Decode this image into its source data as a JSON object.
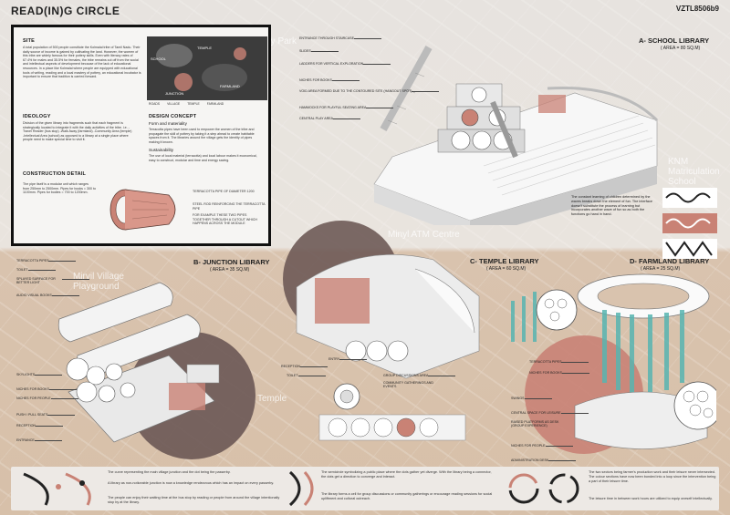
{
  "header": {
    "title": "READ(IN)G  CIRCLE",
    "code": "VZTL8506b9"
  },
  "site": {
    "heading": "SITE",
    "text": "A total population of 500 people constitute the Kolmalai tribe of Tamil Nadu. Their daily source of income is gained by cultivating the land. However, the women of this tribe are widely famous for their pottery skills. Even with literacy rates of 67.4% for males and 35.5% for females, the tribe remains cut off from the social and intellectual aspects of development because of the lack of educational resources. In a place like Kolmalai where people are equipped with educational tools of writing, reading and a local mastery of pottery, an educational incubator is important to ensure that tradition is carried forward.",
    "map_labels": [
      "SCHOOL",
      "TEMPLE",
      "FARMLAND",
      "JUNCTION"
    ],
    "legend": [
      "ROADS",
      "VILLAGE",
      "TEMPLE",
      "FARMLAND"
    ]
  },
  "ideology": {
    "heading": "IDEOLOGY",
    "text": "Division of the given library into fragments such that each fragment is strategically located to integrate it with the daily activities of the tribe. i.e. -Travel Reader (bus stop) -Walk Away (farmland) -Community Area (temple) -Intellectual Area (school) as opposed to a library at a single place where people need to make special time to visit it."
  },
  "design": {
    "heading": "DESIGN CONCEPT",
    "sub1": "Form and materiality",
    "text1": "Terracotta pipes have been used to empower the women of the tribe and propagate the skill of pottery by taking it a step ahead to create habitable spaces from it. The libraries around the village gets the identity of pipes making it known.",
    "sub2": "Sustainability",
    "text2": "The use of local material (terracotta) and local labour makes it economical, easy to construct, modular and time and energy saving."
  },
  "construction": {
    "heading": "CONSTRUCTION DETAIL",
    "text": "The pipe itself is a modular unit which ranges from 250mm to 2500mm. Pipes for books = 300 to 1100mm. Pipes for bodies = 700 to 1200mm.",
    "notes": [
      "TERRACOTTA PIPE OF DIAMETER 1200",
      "STEEL ROD REINFORCING THE TERRACOTTA PIPE",
      "FOR EXAMPLE THESE TWO PIPES TOGETHER THROUGH A CUTOUT WHICH HAPPENS ACROSS THE MODULE"
    ]
  },
  "school": {
    "title": "A- SCHOOL LIBRARY",
    "area": "( AREA = 80 SQ.M)",
    "callouts": [
      "ENTRANCE THROUGH STAIRCASE",
      "SLIDES",
      "LADDERS FOR VERTICAL EXPLORATION",
      "NICHES FOR BOOKS",
      "VOID AREA FORMED DUE TO THE CONTOURED SITE (HANGOUT SPOT)",
      "HAMMOCKS FOR PLAYFUL SEATING AREA",
      "CENTRAL PLAY AREA"
    ],
    "note": "The constant learning of children determined by the waves breaks down the element of fun. The interface doesn't substitute the process of learning but incorporates another wave of fun so as both the functions go hand in hand."
  },
  "junction": {
    "title": "B- JUNCTION LIBRARY",
    "area": "( AREA = 35 SQ.M)",
    "callouts": [
      "TERRACOTTA PIPES",
      "TOILET",
      "SPLAYED SURFACE FOR BETTER LIGHT",
      "AUDIO VISUAL BOOKS",
      "SKYLIGHTS",
      "NICHES FOR BOOKS",
      "NICHES FOR PEOPLE",
      "PUSH / PULL SEATS",
      "RECEPTION",
      "ENTRANCE"
    ]
  },
  "temple": {
    "title": "C- TEMPLE LIBRARY",
    "area": "( AREA = 60 SQ.M)",
    "callouts": [
      "RECEPTION",
      "TOILET",
      "ENTRY",
      "GROUP DISCUSSIONS AREA",
      "COMMUNITY GATHERINGS AND EVENTS"
    ]
  },
  "farmland": {
    "title": "D- FARMLAND LIBRARY",
    "area": "( AREA = 25 SQ.M)",
    "callouts": [
      "TERRACOTTA PIPES",
      "NICHES FOR BOOKS",
      "SWINGS",
      "CENTRAL SPACE FOR LEISURE",
      "RAISED PLATFORMS AS DESK (GROUP EXPERIENCE)",
      "NICHES FOR PEOPLE",
      "ADMINISTRATION DESK"
    ]
  },
  "map_watermarks": [
    "Sky Park",
    "Mirvil Village Playground",
    "Minyl ATM Centre",
    "KNM Matriculation School",
    "Temple"
  ],
  "bottom": {
    "junction_text1": "The curve representing the main village junction and the dot being the passerby.",
    "junction_text2": "A library as non-noticeable junction is now a knowledge rendezvous which has an impact on every passerby.",
    "junction_text3": "The people can enjoy their waiting time at the bus stop by reading or people from around the village intentionally stop by at the library.",
    "temple_text1": "The semicircle symbolizing a public place where the dots gather yet diverge. With the library being a connector, the dots get a direction to converge and interact.",
    "temple_text2": "The library forms a cell for group discussions or community gatherings or encourage reading sessions for social upliftment and cultural outreach.",
    "farm_text1": "The two sectors being farmer's production work and their leisure never intersected. The colour sections have now been bonded into a loop since the intervention being a part of their leisure time.",
    "farm_text2": "The leisure time in between work hours are utilized to equip oneself intellectually."
  },
  "colors": {
    "terracotta": "#c98275",
    "dark_circle": "#6e5a57",
    "teal": "#57b5b1",
    "board": "#111111"
  }
}
